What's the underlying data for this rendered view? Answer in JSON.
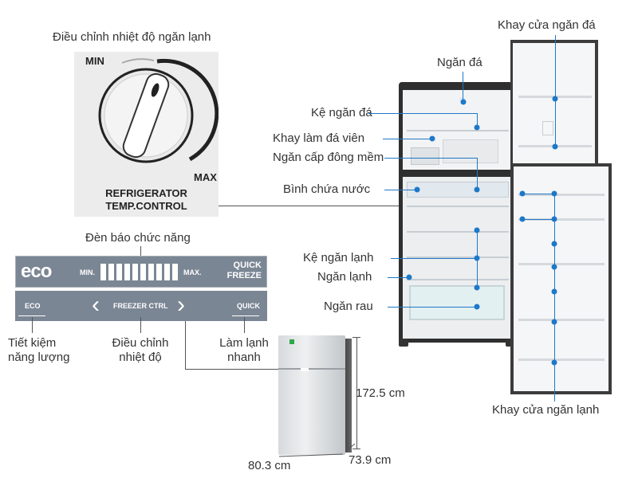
{
  "dial": {
    "title": "Điều chỉnh nhiệt độ ngăn lạnh",
    "min_label": "MIN",
    "max_label": "MAX",
    "caption_line1": "REFRIGERATOR",
    "caption_line2": "TEMP.CONTROL"
  },
  "control_panel": {
    "title": "Đèn báo chức năng",
    "eco_logo": "eco",
    "min_label": "MIN.",
    "max_label": "MAX.",
    "level_bars": 10,
    "quick_line1": "QUICK",
    "quick_line2": "FREEZE",
    "eco_button": "ECO",
    "freezer_ctrl": "FREEZER CTRL",
    "quick_button": "QUICK",
    "left_arrow": "‹",
    "right_arrow": "›",
    "captions": {
      "eco_line1": "Tiết kiệm",
      "eco_line2": "năng lượng",
      "ctrl_line1": "Điều chỉnh",
      "ctrl_line2": "nhiệt độ",
      "quick_line1": "Làm lạnh",
      "quick_line2": "nhanh"
    }
  },
  "fridge_labels": {
    "ngan_da": "Ngăn đá",
    "ke_ngan_da": "Kệ ngăn đá",
    "khay_lam_da_vien": "Khay làm đá viên",
    "ngan_cap_dong_mem": "Ngăn cấp đông mềm",
    "binh_chua_nuoc": "Bình chứa nước",
    "ke_ngan_lanh": "Kệ ngăn lạnh",
    "ngan_lanh": "Ngăn lạnh",
    "ngan_rau": "Ngăn rau",
    "khay_cua_ngan_da": "Khay cửa ngăn đá",
    "khay_cua_ngan_lanh": "Khay cửa ngăn lạnh"
  },
  "dimensions": {
    "height": "172.5 cm",
    "width": "80.3 cm",
    "depth": "73.9 cm"
  },
  "colors": {
    "accent_blue": "#1e78c8",
    "panel_gray": "#7b8694",
    "dial_bg": "#ececec",
    "fridge_dark": "#2f2f2f"
  }
}
